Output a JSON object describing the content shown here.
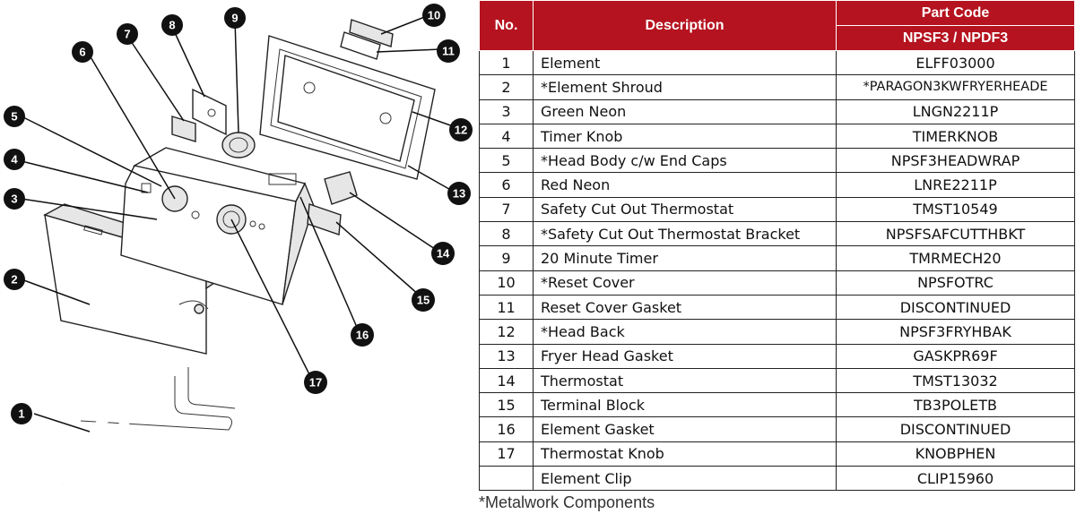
{
  "table": {
    "headers": {
      "no": "No.",
      "description": "Description",
      "part_code": "Part Code",
      "models": "NPSF3 / NPDF3"
    },
    "rows": [
      {
        "no": "1",
        "description": "Element",
        "code": "ELFF03000"
      },
      {
        "no": "2",
        "description": "*Element Shroud",
        "code": "*PARAGON3KWFRYERHEADE"
      },
      {
        "no": "3",
        "description": "Green Neon",
        "code": "LNGN2211P"
      },
      {
        "no": "4",
        "description": "Timer Knob",
        "code": "TIMERKNOB"
      },
      {
        "no": "5",
        "description": "*Head Body c/w End Caps",
        "code": "NPSF3HEADWRAP"
      },
      {
        "no": "6",
        "description": "Red Neon",
        "code": "LNRE2211P"
      },
      {
        "no": "7",
        "description": "Safety Cut Out Thermostat",
        "code": "TMST10549"
      },
      {
        "no": "8",
        "description": "*Safety Cut Out Thermostat Bracket",
        "code": "NPSFSAFCUTTHBKT"
      },
      {
        "no": "9",
        "description": "20 Minute Timer",
        "code": "TMRMECH20"
      },
      {
        "no": "10",
        "description": "*Reset Cover",
        "code": "NPSFOTRC"
      },
      {
        "no": "11",
        "description": "Reset Cover Gasket",
        "code": "DISCONTINUED"
      },
      {
        "no": "12",
        "description": "*Head Back",
        "code": "NPSF3FRYHBAK"
      },
      {
        "no": "13",
        "description": "Fryer Head Gasket",
        "code": "GASKPR69F"
      },
      {
        "no": "14",
        "description": "Thermostat",
        "code": "TMST13032"
      },
      {
        "no": "15",
        "description": "Terminal Block",
        "code": "TB3POLETB"
      },
      {
        "no": "16",
        "description": "Element Gasket",
        "code": "DISCONTINUED"
      },
      {
        "no": "17",
        "description": "Thermostat Knob",
        "code": "KNOBPHEN"
      },
      {
        "no": "",
        "description": "Element Clip",
        "code": "CLIP15960"
      }
    ]
  },
  "footnote": "*Metalwork Components",
  "diagram": {
    "callouts": [
      "1",
      "2",
      "3",
      "4",
      "5",
      "6",
      "7",
      "8",
      "9",
      "10",
      "11",
      "12",
      "13",
      "14",
      "15",
      "16",
      "17"
    ]
  },
  "colors": {
    "header_red": "#b5131f",
    "callout_black": "#111111"
  }
}
